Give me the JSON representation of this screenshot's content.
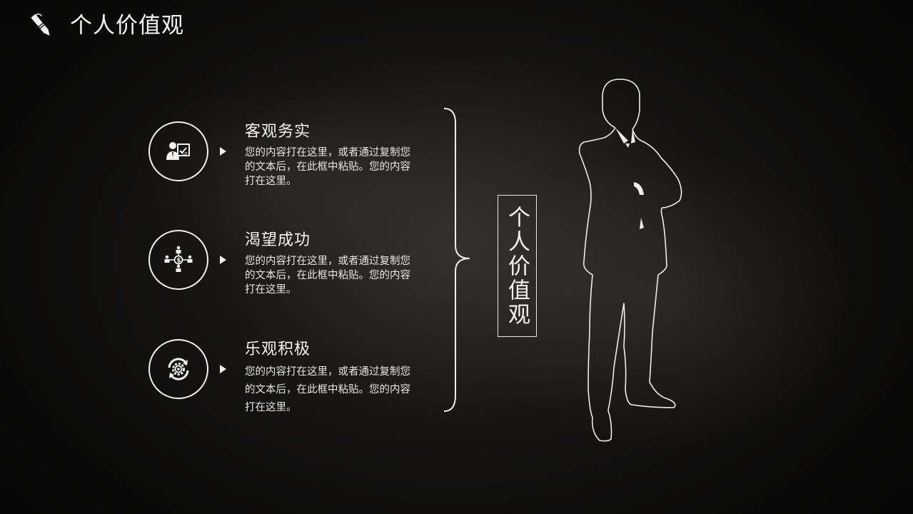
{
  "header": {
    "icon": "pen-icon",
    "title": "个人价值观"
  },
  "items": [
    {
      "icon": "presenter-chart-icon",
      "title": "客观务实",
      "description": "您的内容打在这里，或者通过复制您的文本后，在此框中粘贴。您的内容打在这里。"
    },
    {
      "icon": "network-money-icon",
      "title": "渴望成功",
      "description": "您的内容打在这里，或者通过复制您的文本后，在此框中粘贴。您的内容打在这里。"
    },
    {
      "icon": "gear-refresh-icon",
      "title": "乐观积极",
      "description": "您的内容打在这里，或者通过复制您的文本后，在此框中粘贴。您的内容打在这里。"
    }
  ],
  "center_label": "个人价值观",
  "figure": "businessman-silhouette",
  "colors": {
    "background": "#1a1918",
    "foreground": "#f2f2f2"
  }
}
